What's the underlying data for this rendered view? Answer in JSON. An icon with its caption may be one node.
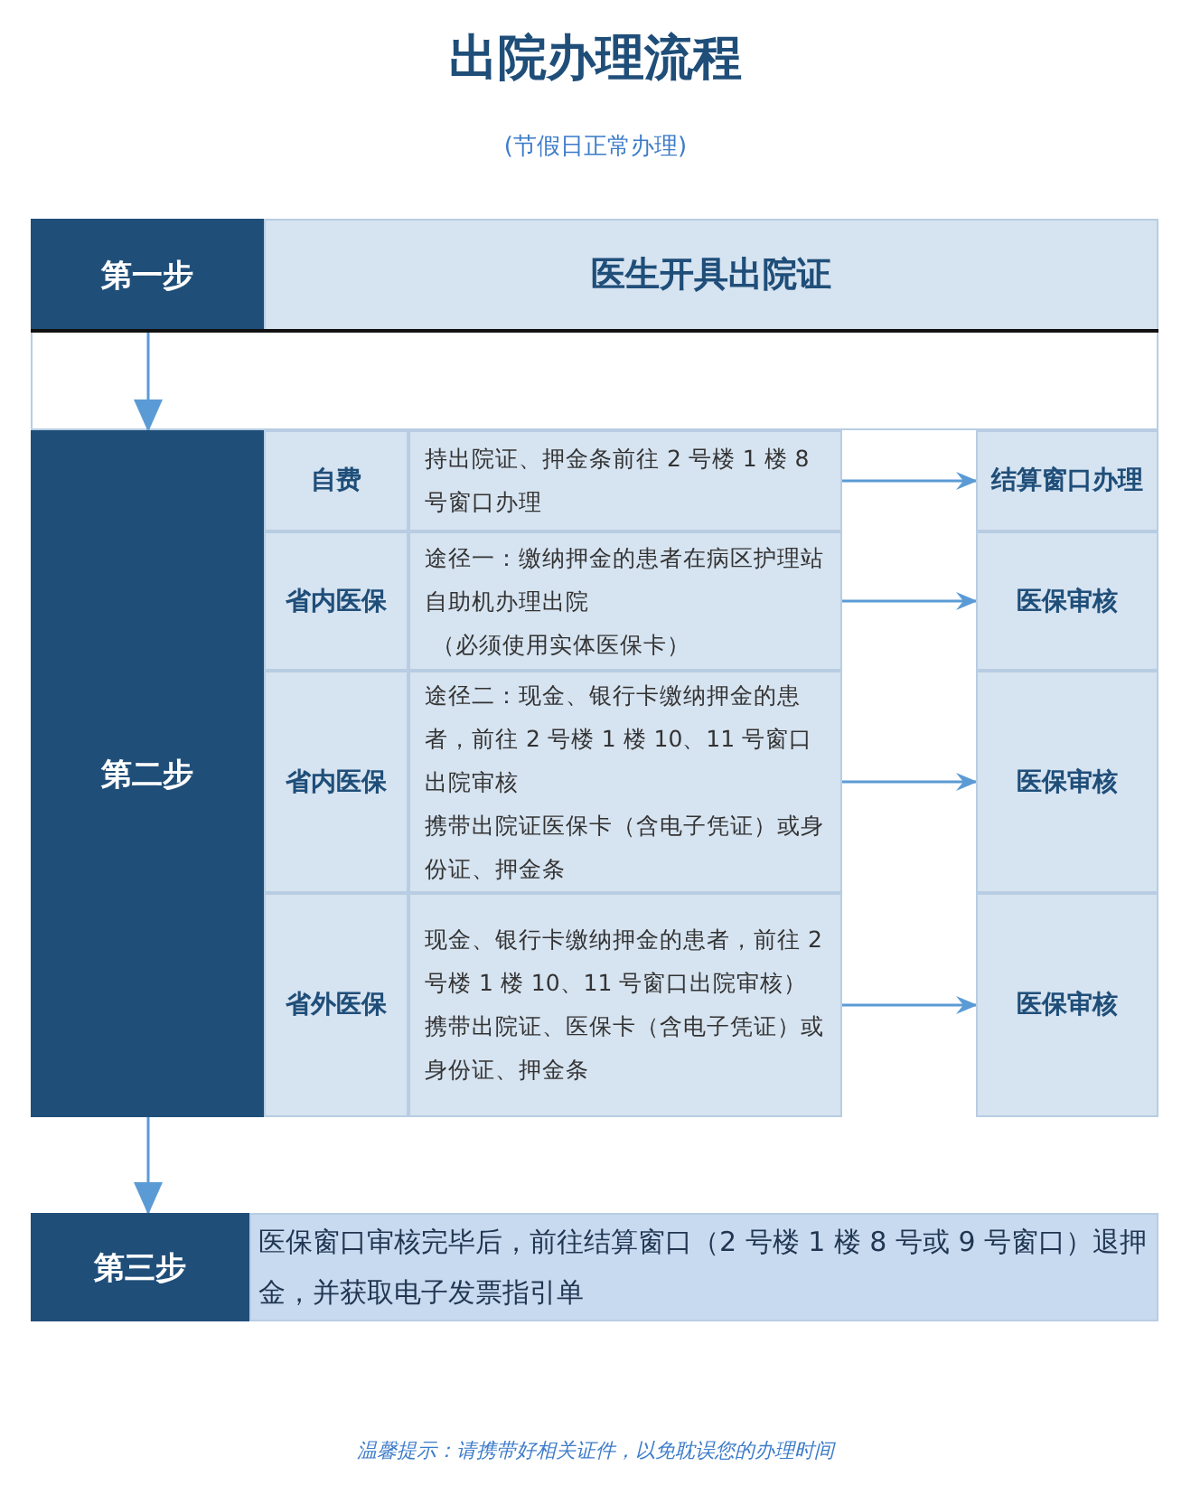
{
  "diagram": {
    "title": "出院办理流程",
    "nodes": [
      {
        "text": [
          "第一步"
        ]
      },
      {
        "text": [
          "医生开具出院证"
        ]
      },
      {
        "text": [
          "第二步"
        ]
      },
      {
        "text": [
          "自费"
        ]
      },
      {
        "text": [
          "持出院证、押金条前往 2 号楼 1 楼 8 号窗口办理"
        ]
      },
      {
        "text": [
          "结算窗口办理"
        ]
      },
      {
        "text": [
          "省内医保"
        ]
      },
      {
        "text": [
          "途径一：缴纳押金的患者在病区护理站自助机办理出院",
          "（必须使用实体医保卡）"
        ]
      },
      {
        "text": [
          "医保审核"
        ]
      },
      {
        "text": [
          "省内医保"
        ]
      },
      {
        "text": [
          "途径二：现金、银行卡缴纳押金的患者，前往 2 号楼 1 楼 10、11 号窗口出院审核",
          "携带出院证医保卡（含电子凭证）或身份证、押金条"
        ]
      },
      {
        "text": [
          "医保审核"
        ]
      },
      {
        "text": [
          "省外医保"
        ]
      },
      {
        "text": [
          "现金、银行卡缴纳押金的患者，前往 2 号楼 1 楼 10、11 号窗口出院审核）",
          "携带出院证、医保卡（含电子凭证）或身份证、押金条"
        ]
      },
      {
        "text": [
          "医保审核"
        ]
      },
      {
        "text": [
          "第三步"
        ]
      },
      {
        "text": [
          "医保窗口审核完毕后，前往结算窗口（2 号楼 1 楼 8 号或 9 号窗口）退押金，并获取电子发票指引单"
        ]
      }
    ],
    "edges": [
      {
        "from": 0,
        "to": 2,
        "arrow": "to"
      },
      {
        "from": 4,
        "to": 5,
        "arrow": "to"
      },
      {
        "from": 7,
        "to": 8,
        "arrow": "to"
      },
      {
        "from": 10,
        "to": 11,
        "arrow": "to"
      },
      {
        "from": 13,
        "to": 14,
        "arrow": "to"
      },
      {
        "from": 2,
        "to": 15,
        "arrow": "to"
      }
    ],
    "labels": [
      "(节假日正常办理)",
      "温馨提示：请携带好相关证件，以免耽误您的办理时间"
    ]
  }
}
